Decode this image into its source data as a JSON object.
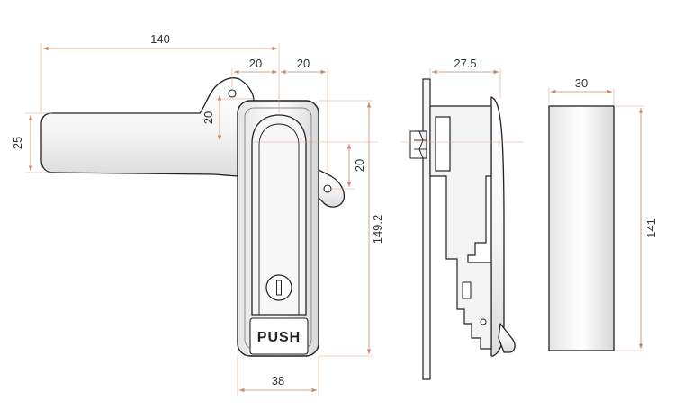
{
  "front_view": {
    "dim_overall_width": "140",
    "dim_offset_left": "20",
    "dim_offset_right": "20",
    "dim_tab_height": "20",
    "dim_handle_height": "25",
    "dim_lug_height": "20",
    "dim_body_height": "149.2",
    "dim_body_width": "38",
    "button_label": "PUSH"
  },
  "side_view": {
    "dim_depth": "27.5"
  },
  "cutout_view": {
    "dim_width": "30",
    "dim_height": "141"
  },
  "colors": {
    "dimension_line": "#c98a6a",
    "outline": "#222222"
  },
  "icons": [
    "keyhole-icon",
    "arrow-icon"
  ]
}
